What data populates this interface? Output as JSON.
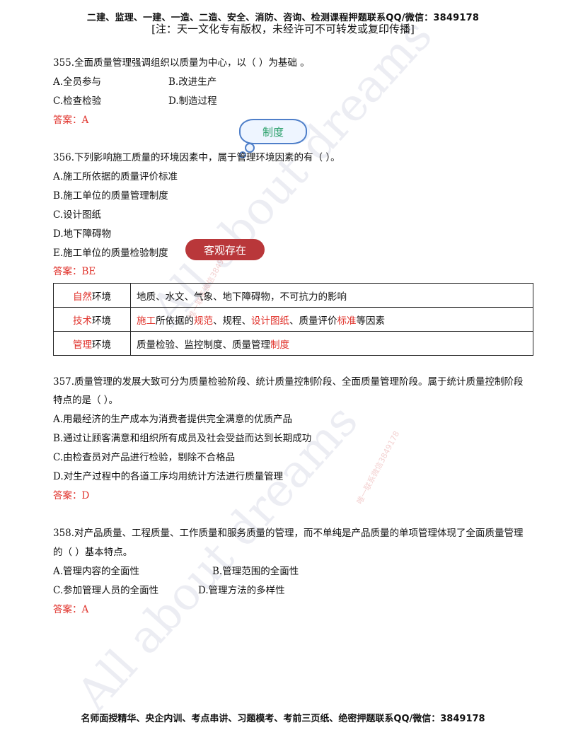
{
  "header": {
    "line1": "二建、监理、一建、一造、二造、安全、消防、咨询、检测课程押题联系QQ/微信：3849178",
    "line2": "[注：天一文化专有版权，未经许可不可转发或复印传播]"
  },
  "watermarks": {
    "large": "All about dreams",
    "small": "唯一联系微信3849178"
  },
  "q355": {
    "stem": "355.全面质量管理强调组织以质量为中心，以（    ）为基础 。",
    "opt_a": "A.全员参与",
    "opt_b": "B.改进生产",
    "opt_c": "C.检查检验",
    "opt_d": "D.制造过程",
    "answer": "答案：A"
  },
  "callouts": {
    "blue_cloud": "制度",
    "red_cloud": "客观存在"
  },
  "q356": {
    "stem": "356.下列影响施工质量的环境因素中，属于管理环境因素的有（    ）。",
    "opt_a": "A.施工所依据的质量评价标准",
    "opt_b": "B.施工单位的质量管理制度",
    "opt_c": "C.设计图纸",
    "opt_d": "D.地下障碍物",
    "opt_e": "E.施工单位的质量检验制度",
    "answer": "答案：BE"
  },
  "env_table": {
    "rows": [
      {
        "label_red": "自然",
        "label_rest": "环境",
        "desc": "地质、水文、气象、地下障碍物，不可抗力的影响"
      },
      {
        "label_red": "技术",
        "label_rest": "环境",
        "desc_parts": [
          "施工",
          "所依据的",
          "规范",
          "、规程、",
          "设计图纸",
          "、质量评价",
          "标准",
          "等因素"
        ]
      },
      {
        "label_red": "管理",
        "label_rest": "环境",
        "desc_plain": "质量检验、监控制度、质量管理",
        "desc_red": "制度"
      }
    ]
  },
  "q357": {
    "stem1": "357.质量管理的发展大致可分为质量检验阶段、统计质量控制阶段、全面质量管理阶段。属于统计质量控制阶段",
    "stem2": "特点的是（    ）。",
    "opt_a": "A.用最经济的生产成本为消费者提供完全满意的优质产品",
    "opt_b": "B.通过让顾客满意和组织所有成员及社会受益而达到长期成功",
    "opt_c": "C.由检查员对产品进行检验，剔除不合格品",
    "opt_d": "D.对生产过程中的各道工序均用统计方法进行质量管理",
    "answer": "答案：D"
  },
  "q358": {
    "stem1": "358.对产品质量、工程质量、工作质量和服务质量的管理，而不单纯是产品质量的单项管理体现了全面质量管理",
    "stem2": "的（    ）基本特点。",
    "opt_a": "A.管理内容的全面性",
    "opt_b": "B.管理范围的全面性",
    "opt_c": "C.参加管理人员的全面性",
    "opt_d": "D.管理方法的多样性",
    "answer": "答案：A"
  },
  "footer": {
    "text": "名师面授精华、央企内训、考点串讲、习题模考、考前三页纸、绝密押题联系QQ/微信：3849178"
  }
}
